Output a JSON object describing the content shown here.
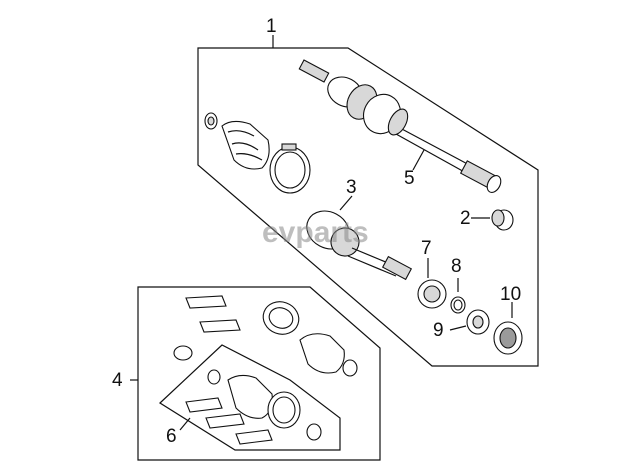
{
  "diagram": {
    "callouts": {
      "c1": "1",
      "c2": "2",
      "c3": "3",
      "c4": "4",
      "c5": "5",
      "c6": "6",
      "c7": "7",
      "c8": "8",
      "c9": "9",
      "c10": "10"
    },
    "watermark": "evparts"
  }
}
